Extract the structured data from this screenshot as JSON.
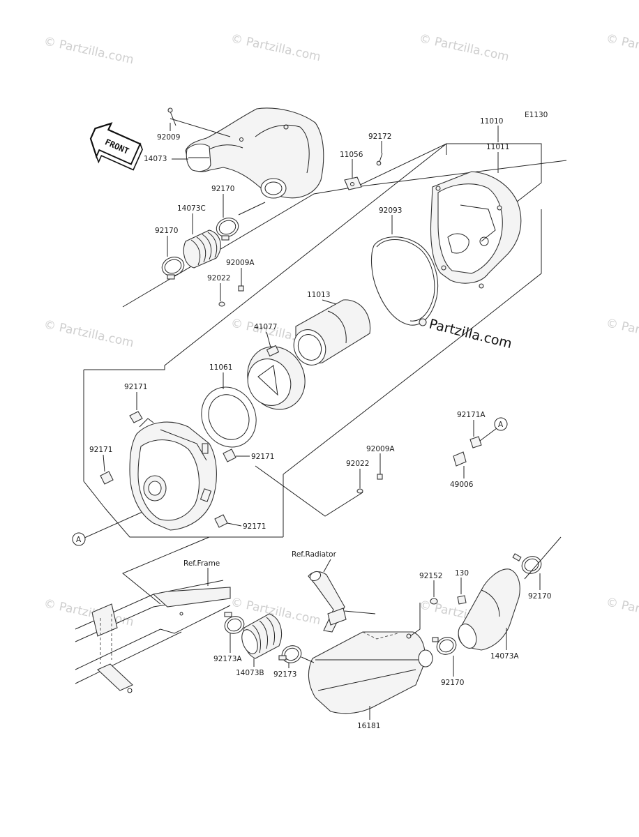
{
  "watermark": {
    "text": "© Partzilla.com"
  },
  "callout_watermark": "Partzilla.com",
  "diagram_code": "E1130",
  "front_label": "FRONT",
  "references": {
    "frame": "Ref.Frame",
    "radiator": "Ref.Radiator"
  },
  "connector_marker": "A",
  "parts": {
    "p92009": "92009",
    "p14073": "14073",
    "p92170_top": "92170",
    "p14073C": "14073C",
    "p92170_left": "92170",
    "p92009A_top": "92009A",
    "p92022_top": "92022",
    "p11010": "11010",
    "p11011": "11011",
    "p92172": "92172",
    "p11056": "11056",
    "p92093": "92093",
    "p11013": "11013",
    "p41077": "41077",
    "p11061": "11061",
    "p92171_a": "92171",
    "p92171_b": "92171",
    "p92171_c": "92171",
    "p92171_d": "92171",
    "p92009A_mid": "92009A",
    "p92022_mid": "92022",
    "p92171A": "92171A",
    "p49006": "49006",
    "p92152": "92152",
    "p130": "130",
    "p92170_right": "92170",
    "p14073A": "14073A",
    "p92170_bottom": "92170",
    "p92173A": "92173A",
    "p14073B": "14073B",
    "p92173": "92173",
    "p16181": "16181"
  }
}
